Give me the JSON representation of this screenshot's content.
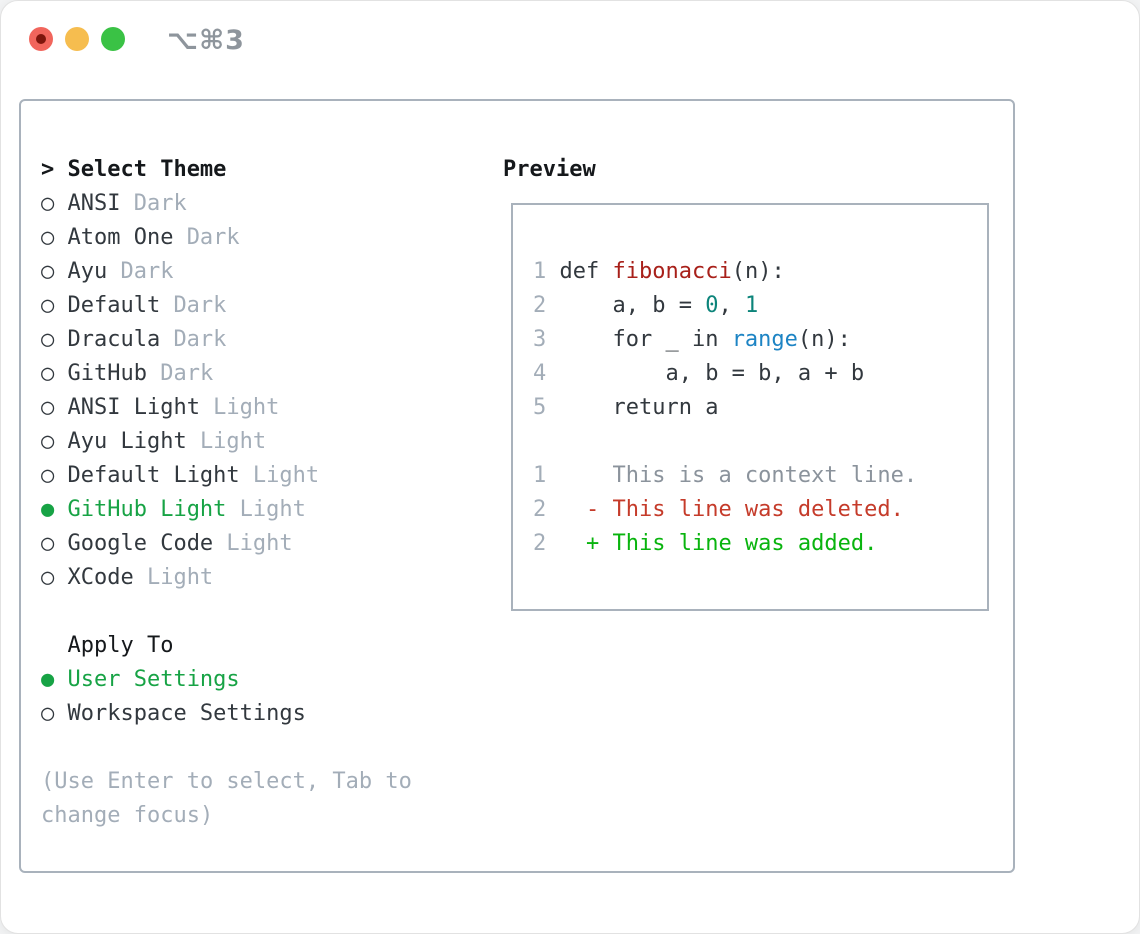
{
  "titlebar": {
    "shortcut": "⌥⌘3"
  },
  "colors": {
    "selected_green": "#17a345",
    "added_green": "#09b40e",
    "deleted_red": "#c53b2a",
    "function_red": "#a8201a",
    "builtin_blue": "#1d84c4",
    "number_teal": "#0c847a",
    "muted_gray": "#a3adb8",
    "text_dark": "#32383e",
    "border_gray": "#a9b2bc",
    "traffic_red": "#f1655c",
    "traffic_yellow": "#f6bd4f",
    "traffic_green": "#3ac245"
  },
  "panel": {
    "theme_selector": {
      "prompt": ">",
      "title": "Select Theme",
      "items": [
        {
          "bullet": "○",
          "name": "ANSI",
          "variant": "Dark",
          "selected": false
        },
        {
          "bullet": "○",
          "name": "Atom One",
          "variant": "Dark",
          "selected": false
        },
        {
          "bullet": "○",
          "name": "Ayu",
          "variant": "Dark",
          "selected": false
        },
        {
          "bullet": "○",
          "name": "Default",
          "variant": "Dark",
          "selected": false
        },
        {
          "bullet": "○",
          "name": "Dracula",
          "variant": "Dark",
          "selected": false
        },
        {
          "bullet": "○",
          "name": "GitHub",
          "variant": "Dark",
          "selected": false
        },
        {
          "bullet": "○",
          "name": "ANSI Light",
          "variant": "Light",
          "selected": false
        },
        {
          "bullet": "○",
          "name": "Ayu Light",
          "variant": "Light",
          "selected": false
        },
        {
          "bullet": "○",
          "name": "Default Light",
          "variant": "Light",
          "selected": false
        },
        {
          "bullet": "●",
          "name": "GitHub Light",
          "variant": "Light",
          "selected": true
        },
        {
          "bullet": "○",
          "name": "Google Code",
          "variant": "Light",
          "selected": false
        },
        {
          "bullet": "○",
          "name": "XCode",
          "variant": "Light",
          "selected": false
        }
      ]
    },
    "apply_to": {
      "title": "Apply To",
      "items": [
        {
          "bullet": "●",
          "label": "User Settings",
          "selected": true
        },
        {
          "bullet": "○",
          "label": "Workspace Settings",
          "selected": false
        }
      ]
    },
    "hint": "(Use Enter to select, Tab to change focus)",
    "preview": {
      "title": "Preview",
      "code": {
        "l1": {
          "num": "1 ",
          "s1": "def ",
          "s2": "fibonacci",
          "s3": "(n):"
        },
        "l2": {
          "num": "2 ",
          "s1": "    a, b = ",
          "s2": "0",
          "s3": ", ",
          "s4": "1"
        },
        "l3": {
          "num": "3 ",
          "s1": "    for _ in ",
          "s2": "range",
          "s3": "(n):"
        },
        "l4": {
          "num": "4 ",
          "s1": "        a, b = b, a + b"
        },
        "l5": {
          "num": "5 ",
          "s1": "    return a"
        }
      },
      "diff": {
        "context": {
          "num": "1 ",
          "text": "    This is a context line."
        },
        "deleted": {
          "num": "2 ",
          "text": "  - This line was deleted."
        },
        "added": {
          "num": "2 ",
          "text": "  + This line was added."
        }
      }
    }
  }
}
